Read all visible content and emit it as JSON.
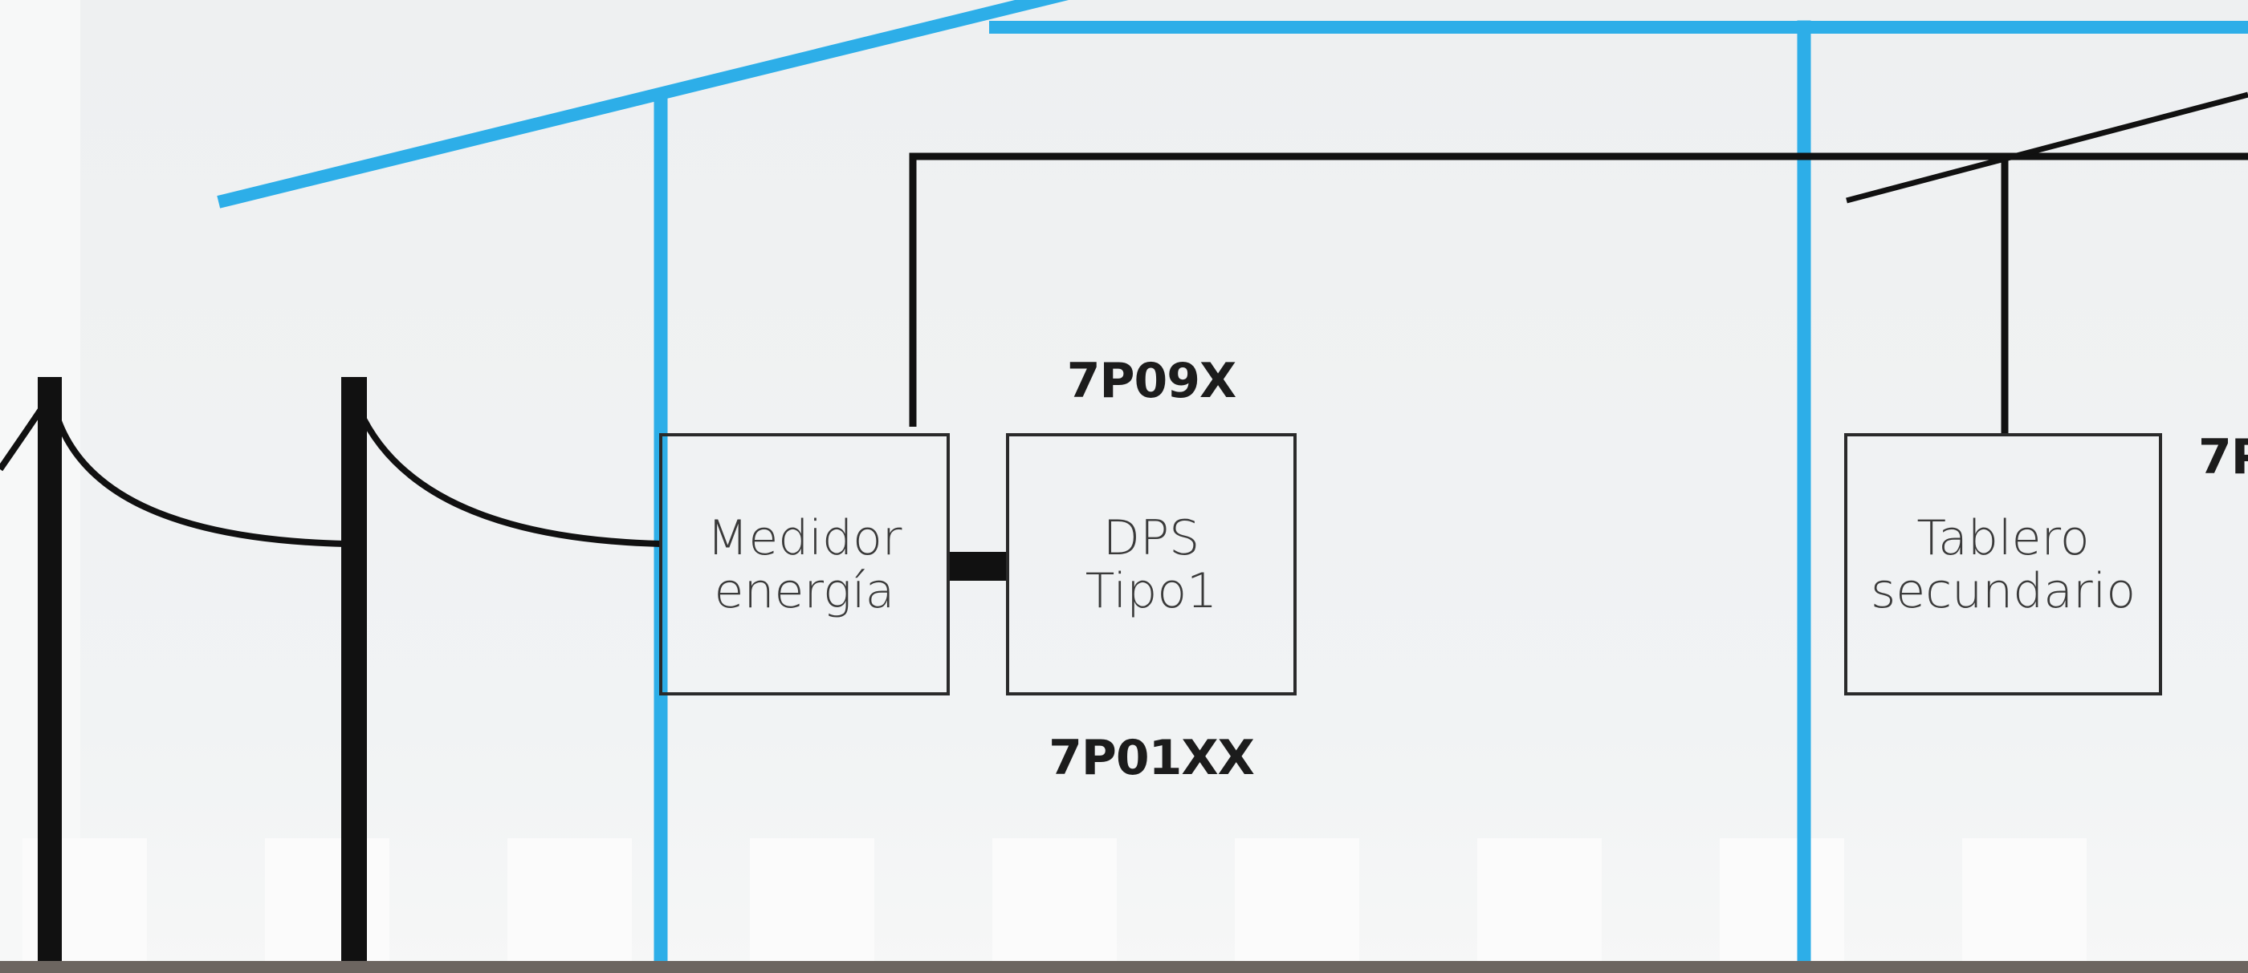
{
  "colors": {
    "background": "#f0f2f3",
    "blue_structure": "#2daee8",
    "wire": "#111111",
    "ground": "#6c6560",
    "box_border": "#2a2a2a"
  },
  "nodes": {
    "meter": {
      "line1": "Medidor",
      "line2": "energía"
    },
    "surge_protector": {
      "line1": "DPS",
      "line2": "Tipo1",
      "code_top": "7P09X",
      "code_bottom": "7P01XX"
    },
    "secondary_board": {
      "line1": "Tablero",
      "line2": "secundario",
      "code_partial": "7P"
    }
  },
  "icons": {
    "utility_pole": "utility-pole-icon",
    "roof": "roof-line-icon"
  }
}
